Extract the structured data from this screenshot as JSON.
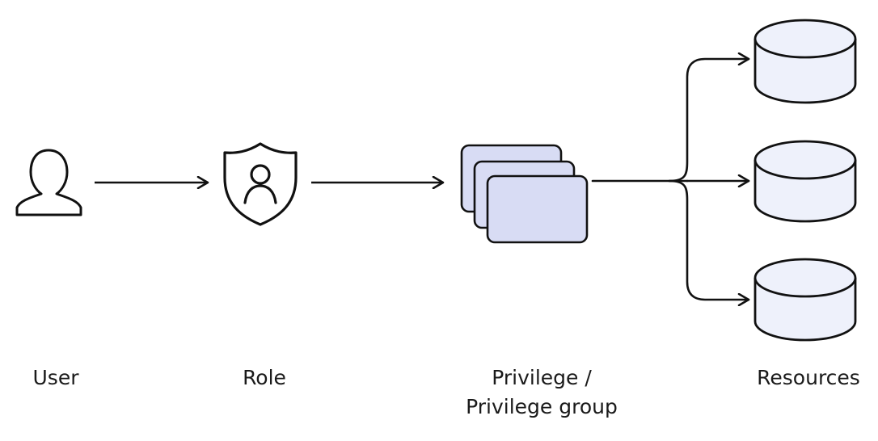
{
  "labels": {
    "user": "User",
    "role": "Role",
    "privilege_line1": "Privilege /",
    "privilege_line2": "Privilege group",
    "resources": "Resources"
  },
  "colors": {
    "stroke": "#111111",
    "card_fill": "#d8dcf4",
    "db_fill": "#eef1fb",
    "background": "#ffffff"
  },
  "icons": [
    "user-icon",
    "shield-user-icon",
    "stacked-cards-icon",
    "database-icon"
  ]
}
